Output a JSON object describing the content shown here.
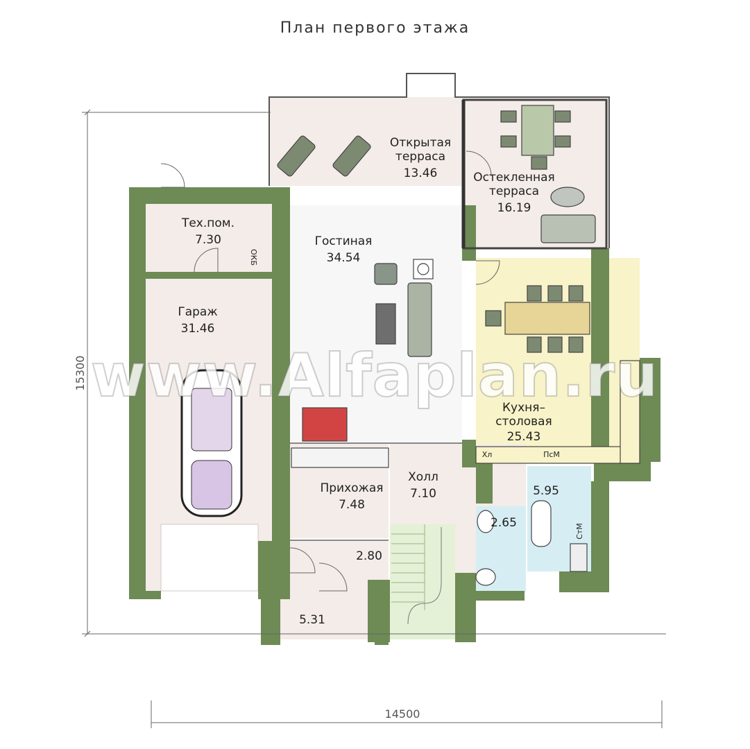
{
  "title": "План первого этажа",
  "rooms": {
    "open_terrace": {
      "name": "Открытая\nтерраса",
      "area": "13.46"
    },
    "glazed_terrace": {
      "name": "Остекленная\nтерраса",
      "area": "16.19"
    },
    "tech_room": {
      "name": "Тех.пом.",
      "area": "7.30"
    },
    "living_room": {
      "name": "Гостиная",
      "area": "34.54"
    },
    "garage": {
      "name": "Гараж",
      "area": "31.46"
    },
    "kitchen": {
      "name": "Кухня–\nстоловая",
      "area": "25.43"
    },
    "hall": {
      "name": "Холл",
      "area": "7.10"
    },
    "entrance": {
      "name": "Прихожая",
      "area": "7.48"
    },
    "wardrobe": {
      "area": "5.95"
    },
    "bathroom": {
      "area": "2.65"
    },
    "vestibule": {
      "area": "2.80"
    },
    "porch": {
      "area": "5.31"
    }
  },
  "marks": {
    "okb": "ОКБ",
    "fridge": "Хл",
    "dishwasher": "ПсМ",
    "washer": "СтМ"
  },
  "dimensions": {
    "width": "14500",
    "height": "15300"
  },
  "watermark": "www.Alfaplan.ru",
  "colors": {
    "wall": "#6e8a55",
    "floor": "#f3ece8",
    "living": "#f7f7f7",
    "kitchen": "#f8f3c8",
    "wet": "#d6eef3",
    "stairs": "#e4f1d6"
  }
}
